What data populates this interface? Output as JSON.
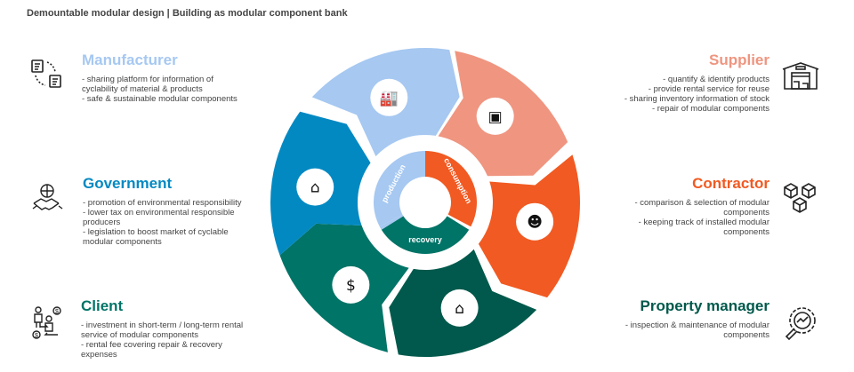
{
  "title": "Demountable modular design | Building as modular component bank",
  "colors": {
    "manufacturer": "#a6c8f1",
    "supplier": "#ef9580",
    "contractor": "#f15a22",
    "property_manager": "#00594c",
    "client": "#007467",
    "government": "#0389c2"
  },
  "actors": {
    "manufacturer": {
      "heading": "Manufacturer",
      "icon": "document-cycle-icon",
      "items": [
        "- sharing platform for information of cyclability of material & products",
        "- safe & sustainable modular components"
      ]
    },
    "government": {
      "heading": "Government",
      "icon": "globe-handshake-icon",
      "items": [
        "- promotion of environmental responsibility",
        "- lower tax on environmental responsible producers",
        "- legislation to boost market of cyclable modular components"
      ]
    },
    "client": {
      "heading": "Client",
      "icon": "people-money-exchange-icon",
      "items": [
        "- investment in short-term / long-term rental service of modular components",
        "- rental fee covering repair & recovery expenses"
      ]
    },
    "supplier": {
      "heading": "Supplier",
      "icon": "warehouse-icon",
      "items": [
        "- quantify & identify products",
        "- provide rental service for reuse",
        "- sharing inventory information of stock",
        "- repair of modular components"
      ]
    },
    "contractor": {
      "heading": "Contractor",
      "icon": "cubes-icon",
      "items": [
        "- comparison & selection of modular components",
        "- keeping track of installed modular components"
      ]
    },
    "property_manager": {
      "heading": "Property manager",
      "icon": "gear-magnifier-icon",
      "items": [
        "- inspection & maintenance of modular components"
      ]
    }
  },
  "hub": {
    "production": "production",
    "consumption": "consumption",
    "recovery": "recovery"
  }
}
